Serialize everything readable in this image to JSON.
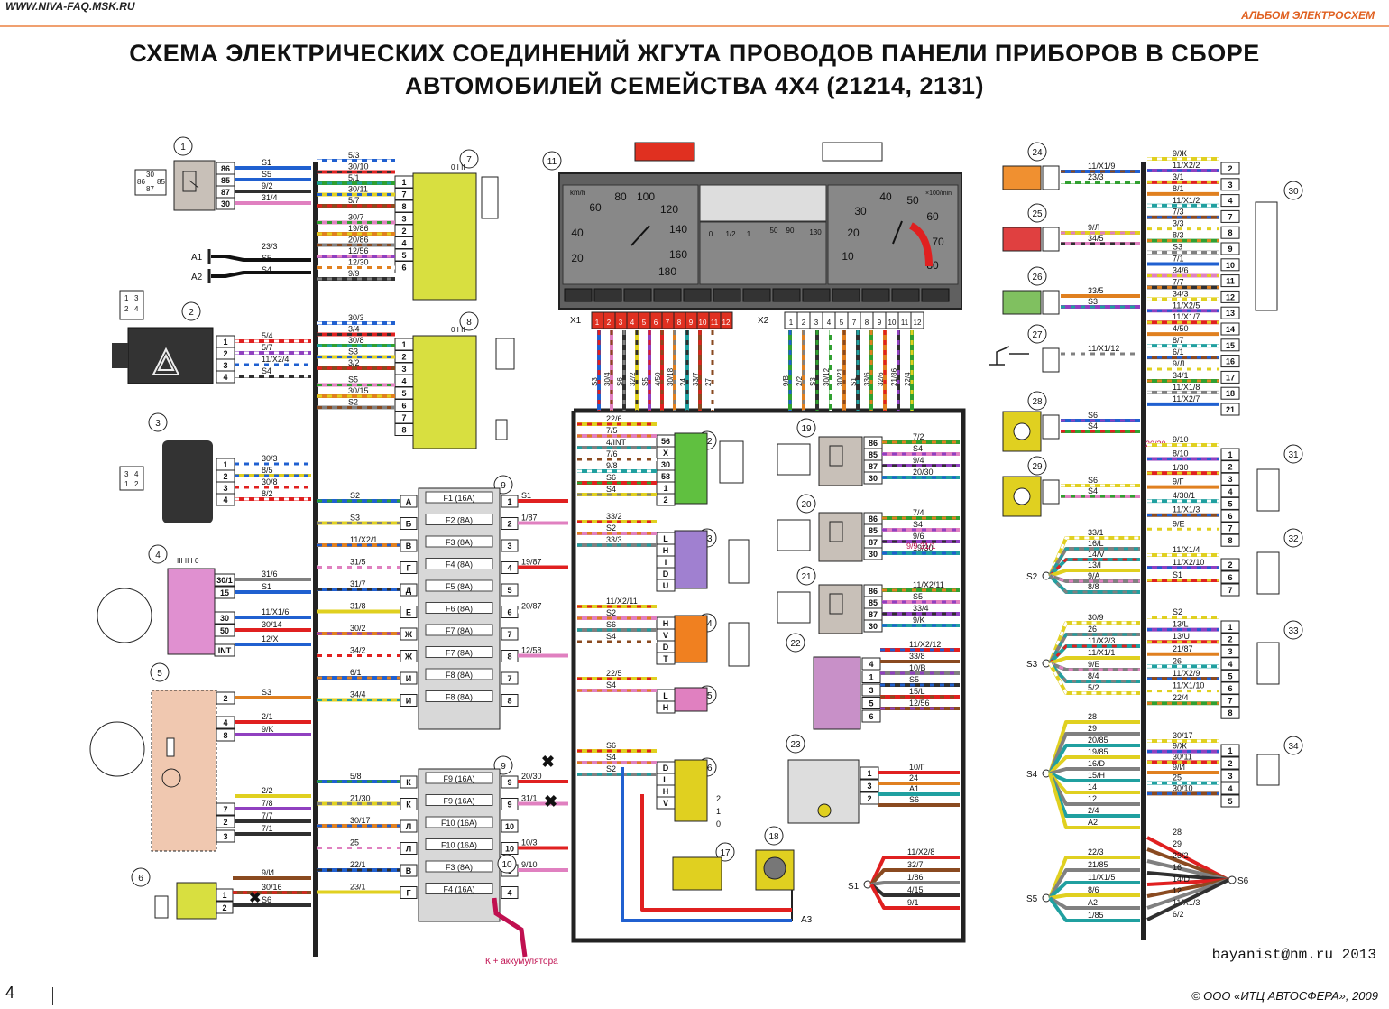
{
  "header": {
    "site": "WWW.NIVA-FAQ.MSK.RU",
    "album": "АЛЬБОМ ЭЛЕКТРОСХЕМ"
  },
  "title": {
    "line1": "СХЕМА ЭЛЕКТРИЧЕСКИХ СОЕДИНЕНИЙ ЖГУТА ПРОВОДОВ ПАНЕЛИ ПРИБОРОВ В СБОРЕ",
    "line2": "АВТОМОБИЛЕЙ СЕМЕЙСТВА 4Х4 (21214, 2131)"
  },
  "footer": {
    "page": "4",
    "copyright": "©    ООО «ИТЦ АВТОСФЕРА», 2009",
    "credit": "bayanist@nm.ru 2013"
  },
  "annotations": {
    "battery": "К + аккумулятора",
    "red_2030": "20/30",
    "red_9_311": "9/9 31/1"
  },
  "ground_labels": {
    "a1": "A1",
    "a2": "A2",
    "a3": "A3"
  },
  "splices": {
    "s1": "S1",
    "s2": "S2",
    "s3": "S3",
    "s4": "S4",
    "s5": "S5",
    "s6": "S6"
  },
  "colors": {
    "harness": "#222222",
    "fuse_box": "#d8d8d8",
    "relay": "#c8c0b8",
    "switch_yellow": "#d8df40",
    "switch_pink": "#e090d0",
    "cluster_panel": "#555555"
  },
  "fuses": [
    {
      "id": "F1 (16A)",
      "pin_l": "А",
      "pin_r": "1",
      "wire_l": "S2",
      "wire_r": "S1"
    },
    {
      "id": "F2 (8A)",
      "pin_l": "Б",
      "pin_r": "2",
      "wire_l": "S3",
      "wire_r": "1/87"
    },
    {
      "id": "F3 (8A)",
      "pin_l": "В",
      "pin_r": "3",
      "wire_l": "11/X2/1",
      "wire_r": ""
    },
    {
      "id": "F4 (8A)",
      "pin_l": "Г",
      "pin_r": "4",
      "wire_l": "31/5",
      "wire_r": "19/87"
    },
    {
      "id": "F5 (8A)",
      "pin_l": "Д",
      "pin_r": "5",
      "wire_l": "31/7",
      "wire_r": ""
    },
    {
      "id": "F6 (8A)",
      "pin_l": "Е",
      "pin_r": "6",
      "wire_l": "31/8",
      "wire_r": "20/87"
    },
    {
      "id": "F7 (8A)",
      "pin_l": "Ж",
      "pin_r": "7",
      "wire_l": "30/2",
      "wire_r": ""
    },
    {
      "id": "F7 (8A)",
      "pin_l": "Ж",
      "pin_r": "8",
      "wire_l": "34/2",
      "wire_r": "12/58"
    },
    {
      "id": "F8 (8A)",
      "pin_l": "И",
      "pin_r": "7",
      "wire_l": "6/1",
      "wire_r": ""
    },
    {
      "id": "F8 (8A)",
      "pin_l": "И",
      "pin_r": "8",
      "wire_l": "34/4",
      "wire_r": ""
    }
  ],
  "fuses2": [
    {
      "id": "F9 (16A)",
      "pin_l": "К",
      "pin_r": "9",
      "wire_l": "5/8",
      "wire_r": "20/30"
    },
    {
      "id": "F9 (16A)",
      "pin_l": "К",
      "pin_r": "9",
      "wire_l": "21/30",
      "wire_r": "31/1"
    },
    {
      "id": "F10 (16A)",
      "pin_l": "Л",
      "pin_r": "10",
      "wire_l": "30/17",
      "wire_r": ""
    },
    {
      "id": "F10 (16A)",
      "pin_l": "Л",
      "pin_r": "10",
      "wire_l": "25",
      "wire_r": "10/3"
    },
    {
      "id": "F3 (8A)",
      "pin_l": "В",
      "pin_r": "3",
      "wire_l": "22/1",
      "wire_r": "9/10"
    },
    {
      "id": "F4 (16A)",
      "pin_l": "Г",
      "pin_r": "4",
      "wire_l": "23/1",
      "wire_r": ""
    }
  ],
  "left_components": [
    {
      "num": "1",
      "wires": [
        "S1",
        "S5",
        "9/2",
        "31/4"
      ],
      "pins": [
        "86",
        "85",
        "87",
        "30"
      ]
    },
    {
      "num": "2",
      "wires": [
        "5/4",
        "5/7",
        "11/X2/4",
        "S4"
      ],
      "pins": [
        "1",
        "2",
        "3",
        "4"
      ]
    },
    {
      "num": "3",
      "wires": [
        "30/3",
        "8/5",
        "30/8",
        "8/2"
      ],
      "pins": [
        "1",
        "2",
        "3",
        "4"
      ]
    },
    {
      "num": "4",
      "wires": [
        "31/6",
        "S1",
        "11/X1/6",
        "30/14",
        "12/X"
      ],
      "pins": [
        "30/1",
        "15",
        "30",
        "50",
        "INT"
      ]
    },
    {
      "num": "5",
      "wires": [
        "S3",
        "2/1",
        "9/K",
        "2/2",
        "7/8",
        "7/7",
        "7/1"
      ],
      "pins": [
        "2",
        "4",
        "8",
        "7",
        "2",
        "1",
        "3"
      ]
    },
    {
      "num": "6",
      "wires": [
        "9/И",
        "30/16",
        "S6"
      ],
      "pins": [
        "1",
        "2"
      ]
    }
  ],
  "switch7": {
    "num": "7",
    "wires": [
      "5/3",
      "30/10",
      "5/1",
      "30/11",
      "5/7",
      "30/7",
      "19/86",
      "20/86",
      "12/56",
      "12/30",
      "9/9"
    ],
    "pins": [
      "1",
      "7",
      "8",
      "3",
      "2",
      "4",
      "5",
      "6"
    ]
  },
  "switch8": {
    "num": "8",
    "wires": [
      "30/3",
      "3/4",
      "30/8",
      "S3",
      "3/2",
      "S5",
      "30/15",
      "S2"
    ],
    "pins": [
      "1",
      "2",
      "3",
      "4",
      "5",
      "6",
      "7",
      "8"
    ]
  },
  "cluster": {
    "num": "11",
    "speed_ticks": [
      "20",
      "40",
      "60",
      "80",
      "100",
      "120",
      "140",
      "160",
      "180"
    ],
    "rpm_ticks": [
      "10",
      "20",
      "30",
      "40",
      "50",
      "60",
      "70",
      "80"
    ],
    "speed_unit": "km/h",
    "rpm_unit": "×100/min",
    "x1_pins": [
      "1",
      "2",
      "3",
      "4",
      "5",
      "6",
      "7",
      "8",
      "9",
      "10",
      "11",
      "12"
    ],
    "x1_wires": [
      "S3",
      "30/4",
      "S6",
      "32/2",
      "S5",
      "4/50",
      "30/18",
      "24",
      "33/7",
      "27"
    ],
    "x2_pins": [
      "1",
      "2",
      "3",
      "4",
      "5",
      "7",
      "8",
      "9",
      "10",
      "11",
      "12"
    ],
    "x2_wires": [
      "9/B",
      "2/2",
      "S3",
      "30/12",
      "30/21",
      "S1",
      "33/6",
      "32/6",
      "21/86",
      "22/4"
    ],
    "gauge_ticks": [
      "0",
      "1/2",
      "1",
      "50",
      "90",
      "130"
    ]
  },
  "middle": [
    {
      "num": "12",
      "pins": [
        "56",
        "X",
        "30",
        "58",
        "1",
        "2"
      ],
      "wires": [
        "22/6",
        "7/5",
        "4/INT",
        "7/6",
        "9/8",
        "S6",
        "S4"
      ]
    },
    {
      "num": "13",
      "pins": [
        "L",
        "H",
        "I",
        "D",
        "U"
      ],
      "wires": [
        "33/2",
        "S2",
        "33/3"
      ]
    },
    {
      "num": "14",
      "pins": [
        "H",
        "V",
        "D",
        "T"
      ],
      "wires": [
        "11/X2/11",
        "S2",
        "S6",
        "S4"
      ]
    },
    {
      "num": "15",
      "pins": [
        "L",
        "H"
      ],
      "wires": [
        "22/5",
        "S4"
      ]
    },
    {
      "num": "16",
      "pins": [
        "D",
        "L",
        "H",
        "V"
      ],
      "wires": [
        "S6",
        "S4",
        "S2"
      ],
      "positions": [
        "2",
        "1",
        "0"
      ]
    },
    {
      "num": "17"
    },
    {
      "num": "18"
    }
  ],
  "relays": [
    {
      "num": "19",
      "pins": [
        "86",
        "85",
        "87",
        "30"
      ],
      "wires": [
        "7/2",
        "S4",
        "9/4",
        "20/30"
      ]
    },
    {
      "num": "20",
      "pins": [
        "86",
        "85",
        "87",
        "30"
      ],
      "wires": [
        "7/4",
        "S4",
        "9/6",
        "19/30"
      ]
    },
    {
      "num": "21",
      "pins": [
        "86",
        "85",
        "87",
        "30"
      ],
      "wires": [
        "11/X2/11",
        "S5",
        "33/4",
        "9/K"
      ]
    },
    {
      "num": "22",
      "pins": [
        "4",
        "1",
        "3",
        "5",
        "6"
      ],
      "wires": [
        "11/X2/12",
        "33/8",
        "10/B",
        "S5",
        "15/L",
        "12/56"
      ]
    },
    {
      "num": "23",
      "pins": [
        "1",
        "3",
        "2"
      ],
      "wires": [
        "10/Г",
        "24",
        "A1",
        "S6"
      ]
    }
  ],
  "s1_wires": [
    "11/X2/8",
    "32/7",
    "1/86",
    "4/15",
    "9/1"
  ],
  "right_components": [
    {
      "num": "24",
      "wires": [
        "11/X1/9",
        "23/3"
      ]
    },
    {
      "num": "25",
      "wires": [
        "9/Л",
        "34/5"
      ]
    },
    {
      "num": "26",
      "wires": [
        "33/5",
        "S3"
      ]
    },
    {
      "num": "27",
      "wires": [
        "11/X1/12"
      ]
    },
    {
      "num": "28",
      "wires": [
        "S6",
        "S4"
      ]
    },
    {
      "num": "29",
      "wires": [
        "S6",
        "S4"
      ]
    }
  ],
  "conn30": {
    "num": "30",
    "pins": [
      "2",
      "3",
      "4",
      "7",
      "8",
      "9",
      "10",
      "11",
      "12",
      "13",
      "14",
      "15",
      "16",
      "17",
      "18",
      "21"
    ],
    "wires": [
      "9/Ж",
      "11/X2/2",
      "3/1",
      "8/1",
      "11/X1/2",
      "7/3",
      "3/3",
      "8/3",
      "S3",
      "7/1",
      "34/6",
      "7/7",
      "34/3",
      "11/X2/5",
      "11/X1/7",
      "4/50",
      "8/7",
      "6/1",
      "9/Л",
      "34/1",
      "11/X1/8",
      "11/X2/7"
    ]
  },
  "conn31": {
    "num": "31",
    "pins": [
      "1",
      "2",
      "3",
      "4",
      "5",
      "6",
      "7",
      "8"
    ],
    "wires": [
      "9/10",
      "8/10",
      "1/30",
      "9/Г",
      "4/30/1",
      "11/X1/3",
      "9/Е"
    ]
  },
  "conn32": {
    "num": "32",
    "pins": [
      "2",
      "6",
      "7"
    ],
    "wires": [
      "11/X1/4",
      "11/X2/10",
      "S1"
    ]
  },
  "conn33": {
    "num": "33",
    "pins": [
      "1",
      "2",
      "3",
      "4",
      "5",
      "6",
      "7",
      "8"
    ],
    "wires": [
      "S2",
      "13/L",
      "13/U",
      "21/87",
      "26",
      "11/X2/9",
      "11/X1/10",
      "22/4"
    ]
  },
  "conn34": {
    "num": "34",
    "pins": [
      "1",
      "2",
      "3",
      "4",
      "5"
    ],
    "wires": [
      "30/17",
      "9/Ж",
      "30/11",
      "9/И",
      "25",
      "30/10"
    ]
  },
  "s2_wires": [
    "33/1",
    "16/L",
    "14/V",
    "13/I",
    "9/A",
    "8/8"
  ],
  "s3_wires": [
    "30/9",
    "26",
    "11/X2/3",
    "11/X1/1",
    "9/Б",
    "8/4",
    "5/2"
  ],
  "s4_wires": [
    "28",
    "29",
    "20/85",
    "19/85",
    "16/D",
    "15/H",
    "14",
    "12",
    "2/4",
    "A2"
  ],
  "s5_wires": [
    "22/3",
    "21/85",
    "11/X1/5",
    "8/6",
    "A2",
    "1/85"
  ],
  "s6_wires": [
    "28",
    "29",
    "23/2",
    "16",
    "14/D",
    "12",
    "11/X1/3",
    "6/2"
  ],
  "ground_wires": [
    "23/3",
    "S5",
    "S4"
  ]
}
